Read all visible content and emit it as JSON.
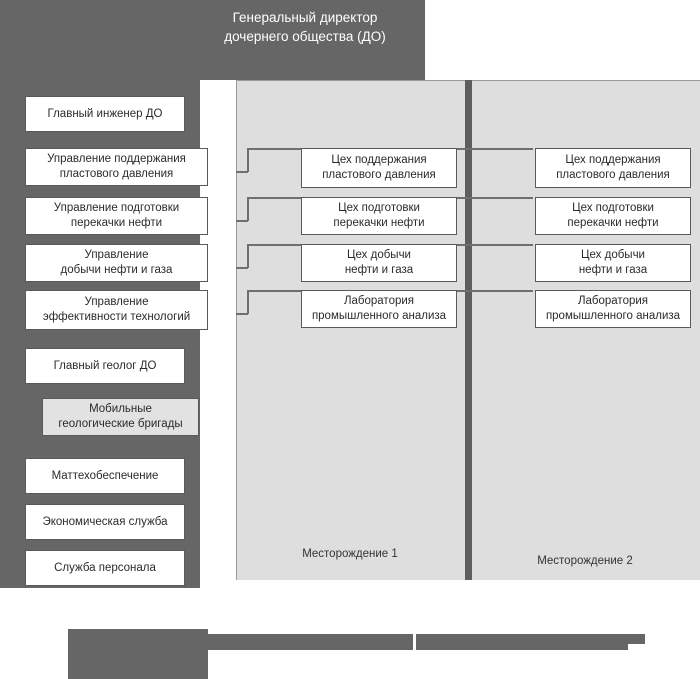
{
  "title": "Генеральный директор\nдочернего общества (ДО)",
  "sidebar": {
    "items": [
      {
        "label": "Главный инженер ДО",
        "shaded": false
      },
      {
        "label": "Управление поддержания\nпластового давления",
        "shaded": false
      },
      {
        "label": "Управление подготовки\nперекачки нефти",
        "shaded": false
      },
      {
        "label": "Управление\nдобычи нефти и газа",
        "shaded": false
      },
      {
        "label": "Управление\nэффективности технологий",
        "shaded": false
      },
      {
        "label": "Главный геолог ДО",
        "shaded": false
      },
      {
        "label": "Мобильные\nгеологические бригады",
        "shaded": true
      },
      {
        "label": "Маттехобеспечение",
        "shaded": false
      },
      {
        "label": "Экономическая служба",
        "shaded": false
      },
      {
        "label": "Служба персонала",
        "shaded": false
      }
    ]
  },
  "fields": [
    {
      "caption": "Месторождение 1",
      "units": [
        "Цех поддержания\nпластового давления",
        "Цех подготовки\nперекачки нефти",
        "Цех добычи\nнефти и газа",
        "Лаборатория\nпромышленного анализа"
      ]
    },
    {
      "caption": "Месторождение 2",
      "units": [
        "Цех поддержания\nпластового давления",
        "Цех подготовки\nперекачки нефти",
        "Цех добычи\nнефти и газа",
        "Лаборатория\nпромышленного анализа"
      ]
    }
  ],
  "colors": {
    "dark": "#666666",
    "panel": "#dedede",
    "box_border": "#5a5a5a",
    "text": "#2b2b2b"
  }
}
